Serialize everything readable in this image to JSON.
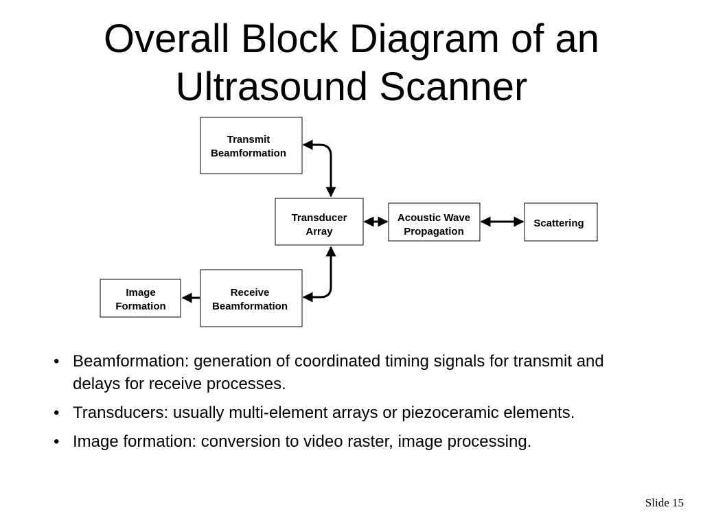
{
  "slide": {
    "title_lines": [
      "Overall Block Diagram of an",
      "Ultrasound Scanner"
    ],
    "slide_number": "Slide 15"
  },
  "diagram": {
    "boxes": {
      "transmit": [
        "Transmit",
        "Beamformation"
      ],
      "transducer": [
        "Transducer",
        "Array"
      ],
      "acoustic": [
        "Acoustic Wave",
        "Propagation"
      ],
      "scattering": [
        "Scattering"
      ],
      "receive": [
        "Receive",
        "Beamformation"
      ],
      "image": [
        "Image",
        "Formation"
      ]
    }
  },
  "bullets": [
    {
      "symbol": "•",
      "text": "Beamformation:  generation of coordinated timing signals for transmit and delays for receive processes."
    },
    {
      "symbol": "•",
      "text": "Transducers:  usually multi-element arrays or piezoceramic elements."
    },
    {
      "symbol": "•",
      "text": "Image formation:  conversion to video raster, image processing."
    }
  ]
}
